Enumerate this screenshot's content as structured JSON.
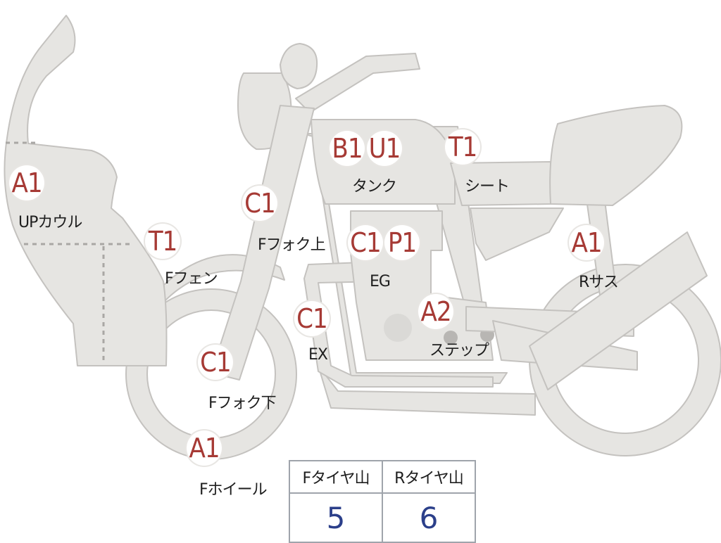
{
  "colors": {
    "body_fill": "#e6e5e2",
    "body_stroke": "#c4c2bf",
    "badge_text": "#a63a35",
    "label_text": "#1e1e1e",
    "table_value": "#2b3f8a",
    "dotted_line": "#a9a7a4"
  },
  "parts": [
    {
      "key": "up-cowl",
      "grade": "A1",
      "label": "UPカウル"
    },
    {
      "key": "front-fender",
      "grade": "T1",
      "label": "Fフェン"
    },
    {
      "key": "front-fork-upper",
      "grade": "C1",
      "label": "Fフォク上"
    },
    {
      "key": "front-fork-lower",
      "grade": "C1",
      "label": "Fフォク下"
    },
    {
      "key": "front-wheel",
      "grade": "A1",
      "label": "Fホイール"
    },
    {
      "key": "tank",
      "grades": [
        "B1",
        "U1"
      ],
      "label": "タンク"
    },
    {
      "key": "seat",
      "grade": "T1",
      "label": "シート"
    },
    {
      "key": "engine",
      "grades": [
        "C1",
        "P1"
      ],
      "label": "EG"
    },
    {
      "key": "exhaust",
      "grade": "C1",
      "label": "EX"
    },
    {
      "key": "step",
      "grade": "A2",
      "label": "ステップ"
    },
    {
      "key": "rear-suspension",
      "grade": "A1",
      "label": "Rサス"
    }
  ],
  "tire_table": {
    "front_header": "Fタイヤ山",
    "rear_header": "Rタイヤ山",
    "front_value": "5",
    "rear_value": "6"
  }
}
